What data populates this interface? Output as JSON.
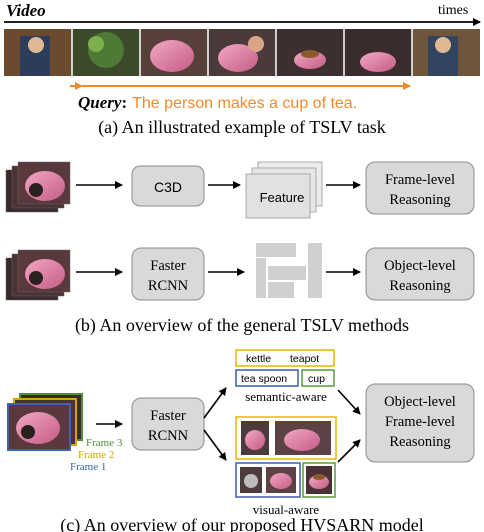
{
  "panel_a": {
    "video_label": "Video",
    "times_label": "times",
    "query_label": "Query",
    "query_colon": ":",
    "query_text": "The person makes a cup of tea.",
    "caption": "(a) An illustrated example of TSLV task"
  },
  "panel_b": {
    "c3d": "C3D",
    "feature": "Feature",
    "frame_level_line1": "Frame-level",
    "frame_level_line2": "Reasoning",
    "faster_line1": "Faster",
    "faster_line2": "RCNN",
    "object_level_line1": "Object-level",
    "object_level_line2": "Reasoning",
    "caption": "(b) An overview of the general TSLV methods"
  },
  "panel_c": {
    "faster_line1": "Faster",
    "faster_line2": "RCNN",
    "frame3": "Frame 3",
    "frame2": "Frame 2",
    "frame1": "Frame 1",
    "kettle": "kettle",
    "teapot": "teapot",
    "tea_spoon": "tea spoon",
    "cup": "cup",
    "semantic_aware": "semantic-aware",
    "visual_aware": "visual-aware",
    "output_line1": "Object-level",
    "output_line2": "Frame-level",
    "output_line3": "Reasoning",
    "caption": "(c) An overview of our proposed HVSARN model"
  },
  "colors": {
    "query_orange": "#f08a2c",
    "box_gray": "#d9d9d9",
    "box_stroke": "#8c8c8c",
    "yellow_box": "#e6b800",
    "blue_box": "#3c5fa8",
    "green_box": "#5a9a3c",
    "frame3_green": "#4f8f3a",
    "frame2_yellow": "#d9a400",
    "frame1_blue": "#3b63b0"
  }
}
